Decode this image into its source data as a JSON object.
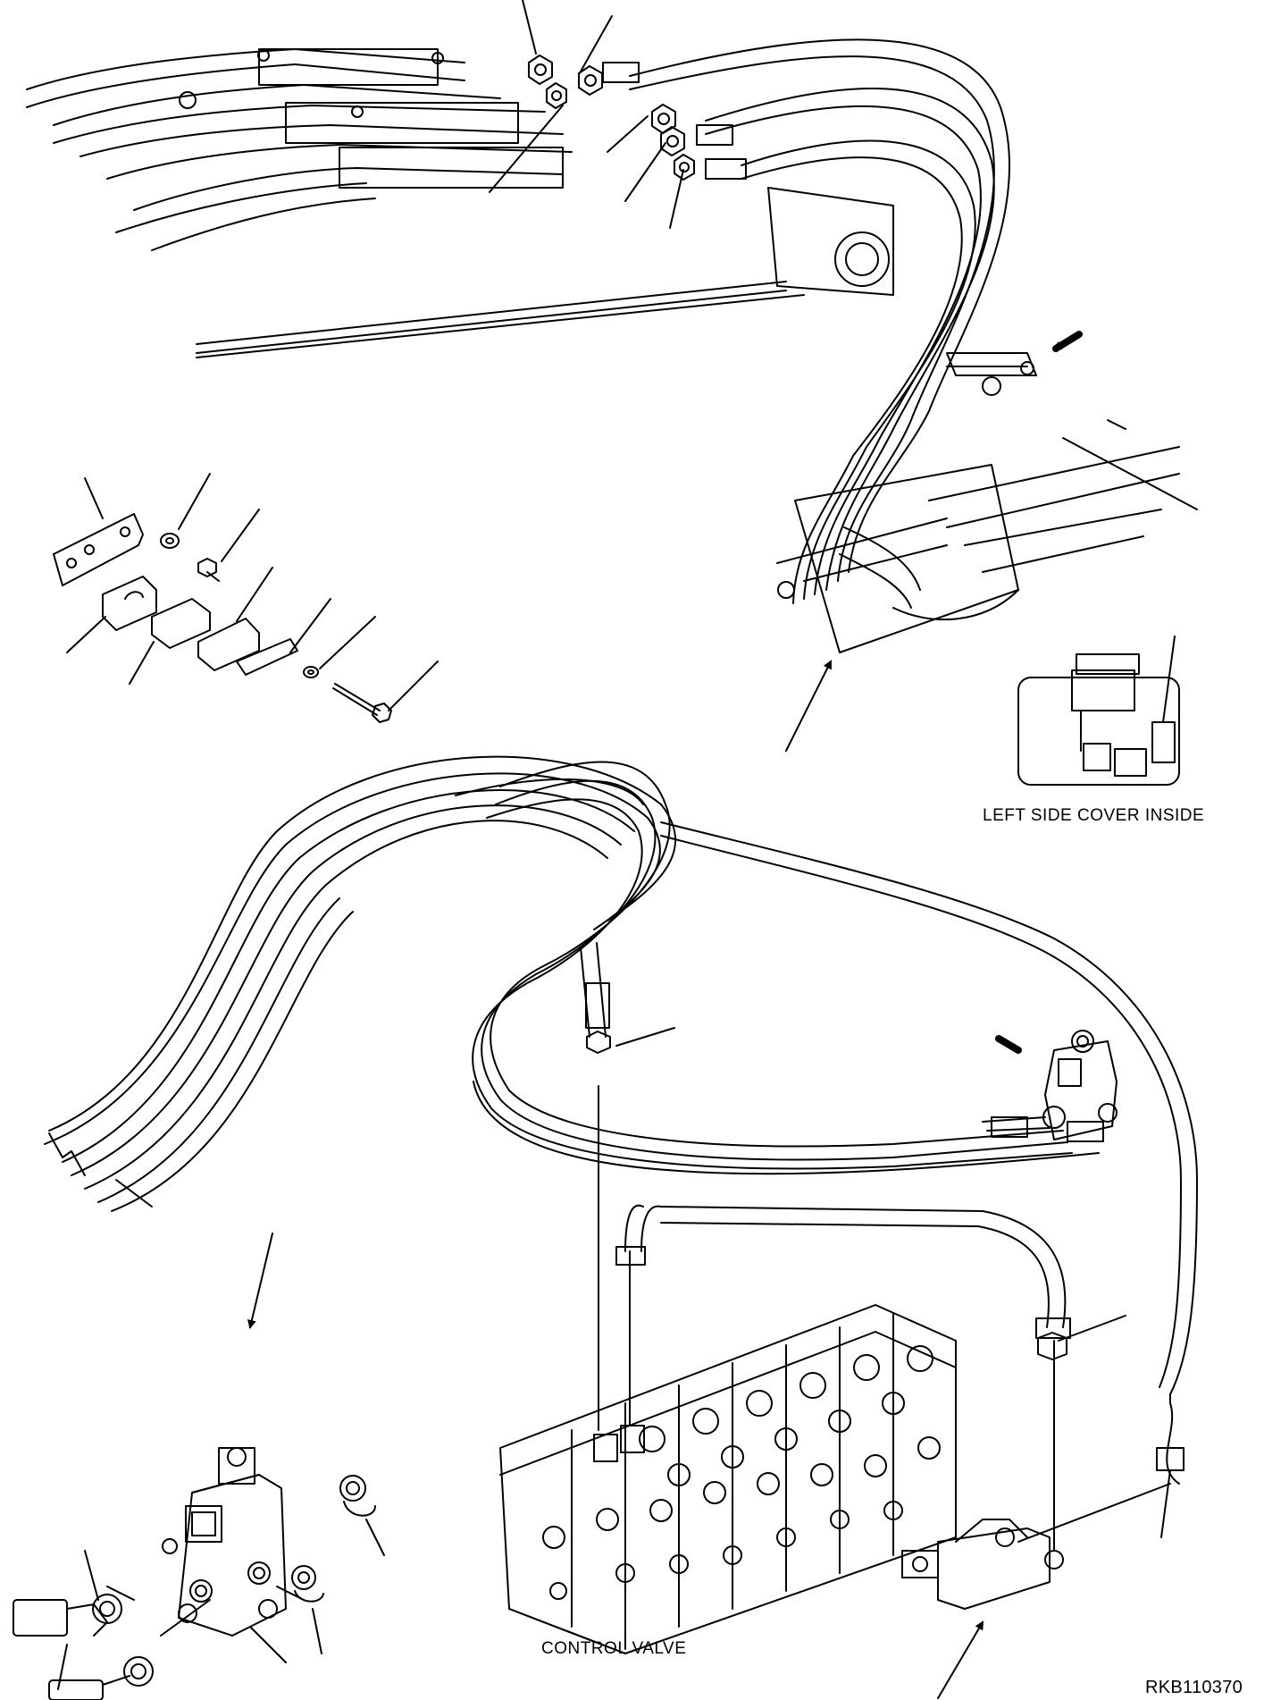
{
  "labels": {
    "left_side_cover_inside": "LEFT SIDE COVER INSIDE",
    "control_valve": "CONTROL VALVE",
    "drawing_code": "RKB110370"
  },
  "colors": {
    "line": "#000000",
    "background": "#ffffff"
  }
}
